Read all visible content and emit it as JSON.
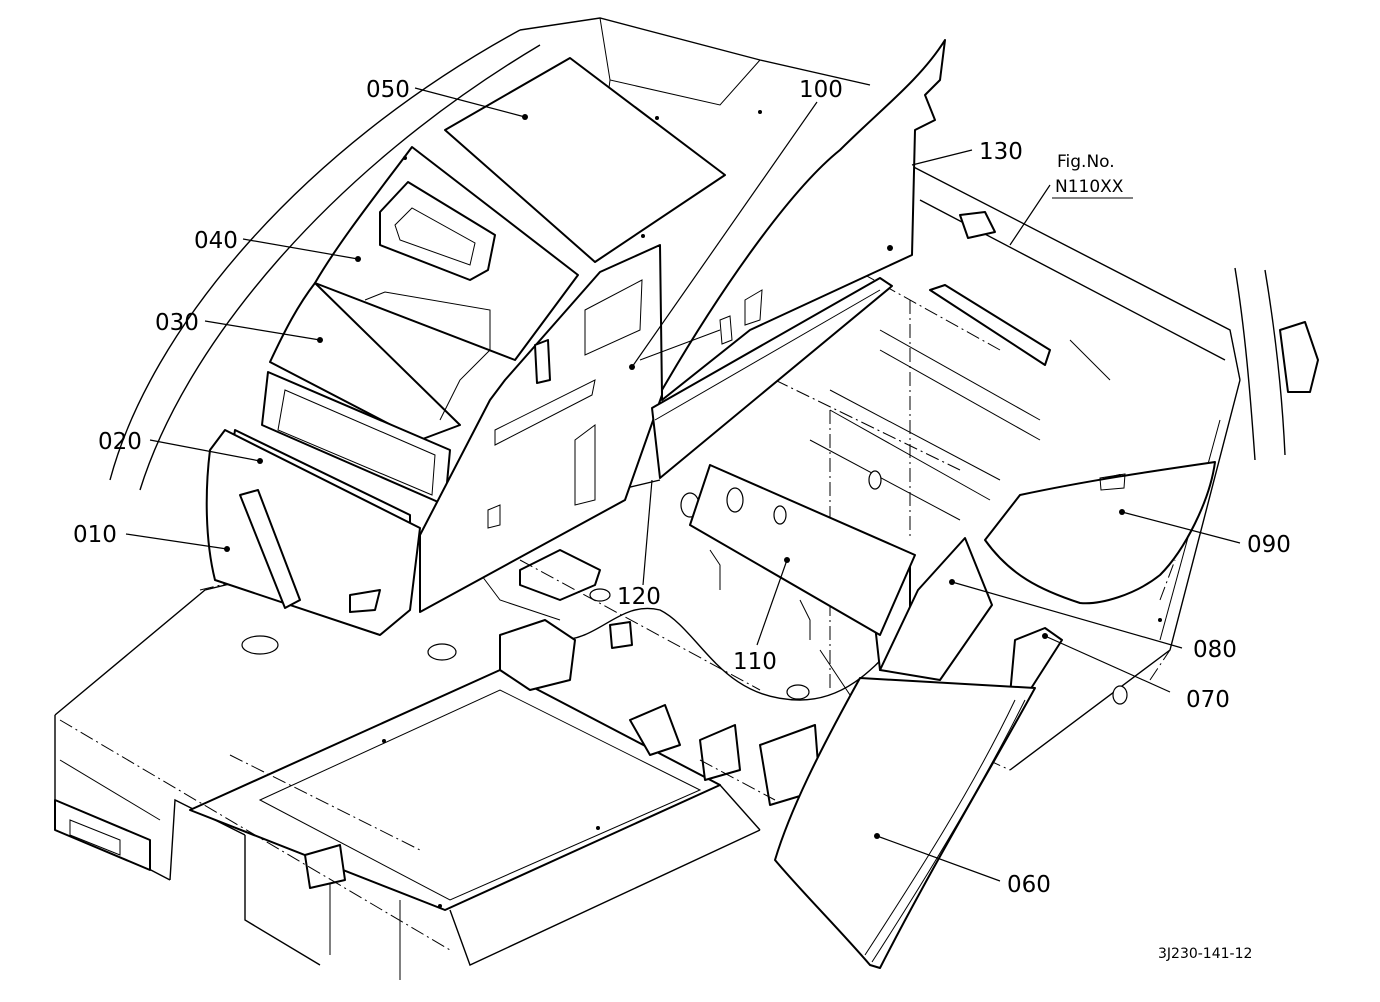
{
  "figure": {
    "fig_label": "Fig.No.",
    "fig_number": "N110XX",
    "drawing_code": "3J230-141-12"
  },
  "callouts": [
    {
      "id": "c010",
      "text": "010"
    },
    {
      "id": "c020",
      "text": "020"
    },
    {
      "id": "c030",
      "text": "030"
    },
    {
      "id": "c040",
      "text": "040"
    },
    {
      "id": "c050",
      "text": "050"
    },
    {
      "id": "c060",
      "text": "060"
    },
    {
      "id": "c070",
      "text": "070"
    },
    {
      "id": "c080",
      "text": "080"
    },
    {
      "id": "c090",
      "text": "090"
    },
    {
      "id": "c100",
      "text": "100"
    },
    {
      "id": "c110",
      "text": "110"
    },
    {
      "id": "c120",
      "text": "120"
    },
    {
      "id": "c130",
      "text": "130"
    }
  ]
}
